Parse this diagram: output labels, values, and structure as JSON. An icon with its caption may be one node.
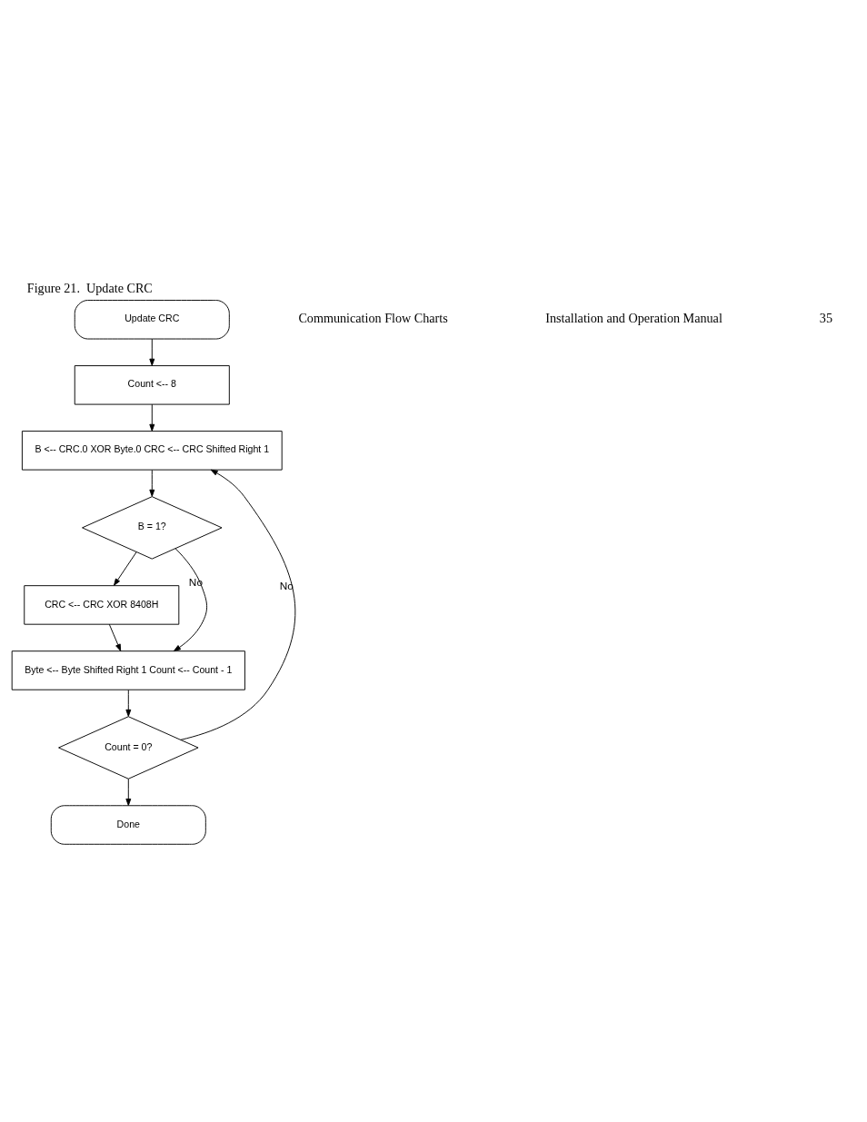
{
  "diagram": {
    "caption": "Figure 21.  Update CRC",
    "nodes": [
      {
        "text": [
          "Update CRC"
        ]
      },
      {
        "text": [
          "Count <-- 8"
        ]
      },
      {
        "text": [
          "B <-- CRC.0 XOR Byte.0 CRC <-- CRC Shifted Right 1"
        ]
      },
      {
        "text": [
          "B = 1?"
        ]
      },
      {
        "text": [
          "CRC <-- CRC XOR 8408H"
        ]
      },
      {
        "text": [
          "Byte <-- Byte Shifted Right 1 Count <-- Count - 1"
        ]
      },
      {
        "text": [
          "Count = 0?"
        ]
      },
      {
        "text": [
          "Done"
        ]
      }
    ],
    "edges": [
      {
        "from": 0,
        "to": 1,
        "arrow": "to"
      },
      {
        "from": 1,
        "to": 2,
        "arrow": "to"
      },
      {
        "from": 2,
        "to": 3,
        "arrow": "to"
      },
      {
        "from": 3,
        "to": 4,
        "arrow": "to"
      },
      {
        "from": 3,
        "to": 5,
        "arrow": "to",
        "label": "No"
      },
      {
        "from": 4,
        "to": 5,
        "arrow": "to"
      },
      {
        "from": 5,
        "to": 6,
        "arrow": "to"
      },
      {
        "from": 6,
        "to": 2,
        "arrow": "to",
        "label": "No"
      },
      {
        "from": 6,
        "to": 7,
        "arrow": "to"
      }
    ],
    "labels": [
      "Communication Flow Charts",
      "Installation and Operation Manual",
      "35"
    ]
  }
}
